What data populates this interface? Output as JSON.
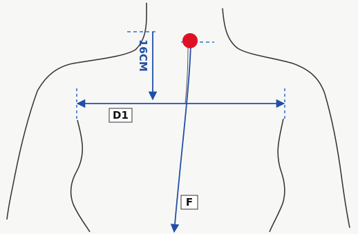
{
  "labels": {
    "distance": "16CM",
    "d1": "D1",
    "f": "F"
  },
  "colors": {
    "background": "#f7f7f6",
    "outline": "#3a3a3a",
    "measure": "#1f4fa6",
    "dash": "#2f6fd0",
    "marker": "#e01024",
    "label_box_border": "#333333",
    "label_box_fill": "#ffffff",
    "label_text": "#111111"
  },
  "markers": [
    {
      "name": "red-point",
      "shape": "circle"
    }
  ]
}
